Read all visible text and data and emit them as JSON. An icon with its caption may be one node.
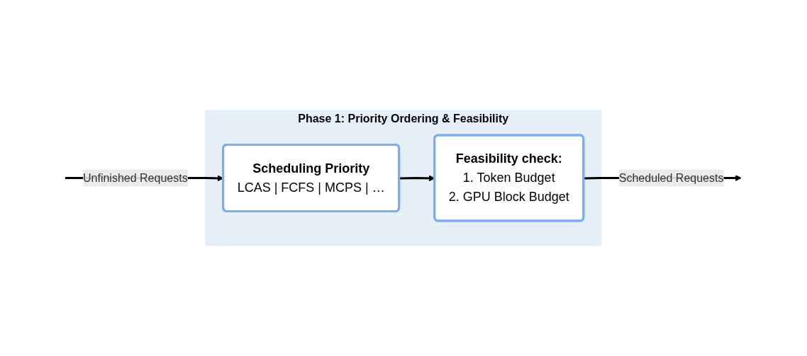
{
  "diagram": {
    "nodes": [
      {
        "text": [
          "Phase 1: Priority Ordering & Feasibility"
        ]
      },
      {
        "text": [
          "Scheduling Priority",
          "LCAS | FCFS | MCPS | …"
        ],
        "in": 0
      },
      {
        "text": [
          "Feasibility check:",
          "1. Token Budget",
          "2. GPU Block Budget"
        ],
        "in": 0
      }
    ],
    "edges": [
      {
        "from": null,
        "to": 1,
        "arrow": "to",
        "label": "Unfinished Requests"
      },
      {
        "from": 1,
        "to": 2,
        "arrow": "to"
      },
      {
        "from": 2,
        "to": null,
        "arrow": "to",
        "label": "Scheduled Requests"
      }
    ]
  }
}
